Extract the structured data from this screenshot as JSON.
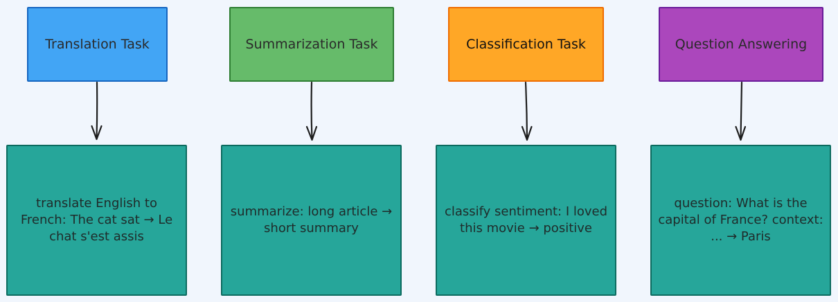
{
  "tasks": [
    {
      "label": "Translation Task",
      "fill": "#42a5f5",
      "stroke": "#1565c0",
      "example": "translate English to French: The cat sat → Le chat s'est assis"
    },
    {
      "label": "Summarization Task",
      "fill": "#66bb6a",
      "stroke": "#2e7d32",
      "example": "summarize: long article → short summary"
    },
    {
      "label": "Classification Task",
      "fill": "#ffa726",
      "stroke": "#ef6c00",
      "example": "classify sentiment: I loved this movie → positive"
    },
    {
      "label": "Question Answering",
      "fill": "#ab47bc",
      "stroke": "#6a1b9a",
      "example": "question: What is the capital of France? context: ... → Paris"
    }
  ],
  "colors": {
    "background": "#f1f6fd",
    "example_fill": "#26a69a",
    "example_stroke": "#0c6b5f",
    "arrow": "#1e1e1e"
  }
}
